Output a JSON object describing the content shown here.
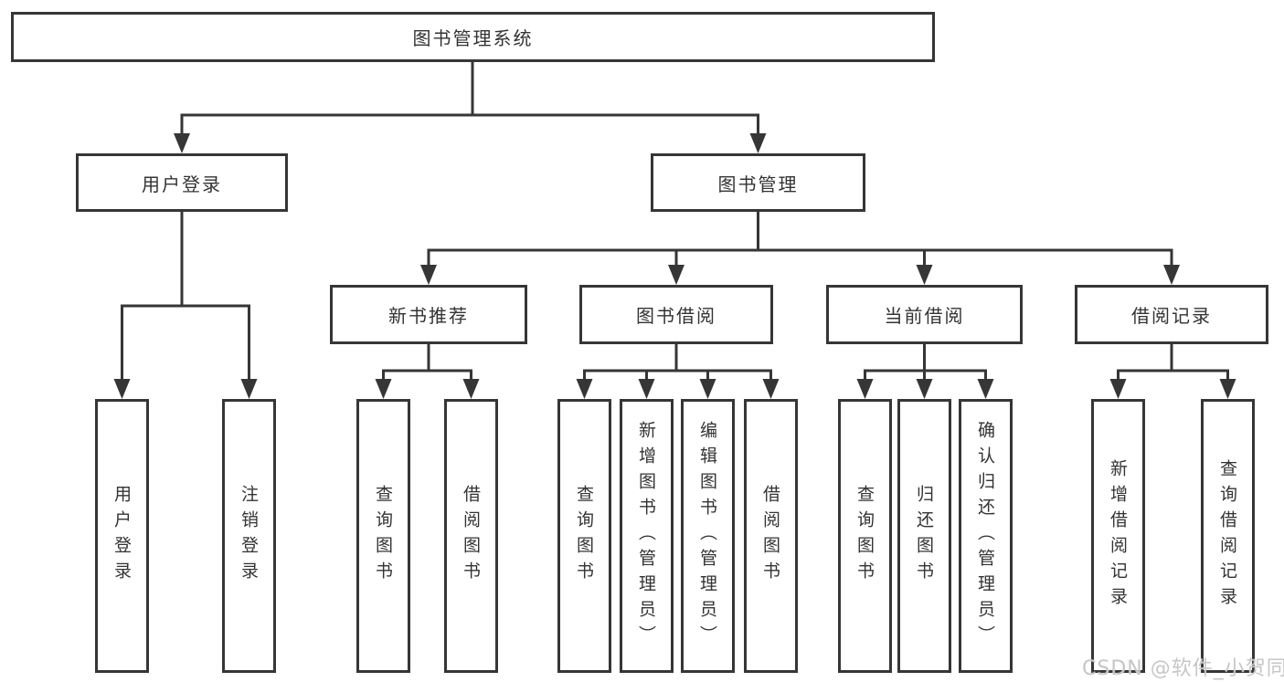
{
  "diagram": {
    "root": {
      "label": "图书管理系统"
    },
    "level2": [
      {
        "label": "用户登录"
      },
      {
        "label": "图书管理"
      }
    ],
    "level3": [
      {
        "label": "新书推荐"
      },
      {
        "label": "图书借阅"
      },
      {
        "label": "当前借阅"
      },
      {
        "label": "借阅记录"
      }
    ],
    "leaves": {
      "user_login": [
        "用户登录",
        "注销登录"
      ],
      "new_books": [
        "查询图书",
        "借阅图书"
      ],
      "book_borrow": [
        "查询图书",
        "新增图书（管理员）",
        "编辑图书（管理员）",
        "借阅图书"
      ],
      "current_borrow": [
        "查询图书",
        "归还图书",
        "确认归还（管理员）"
      ],
      "borrow_records": [
        "新增借阅记录",
        "查询借阅记录"
      ]
    }
  },
  "watermark": {
    "text": "CSDN @软件_小贺同学"
  },
  "colors": {
    "line": "#363636",
    "text": "#333333",
    "background": "#ffffff",
    "watermark": "#c6c6c6"
  }
}
